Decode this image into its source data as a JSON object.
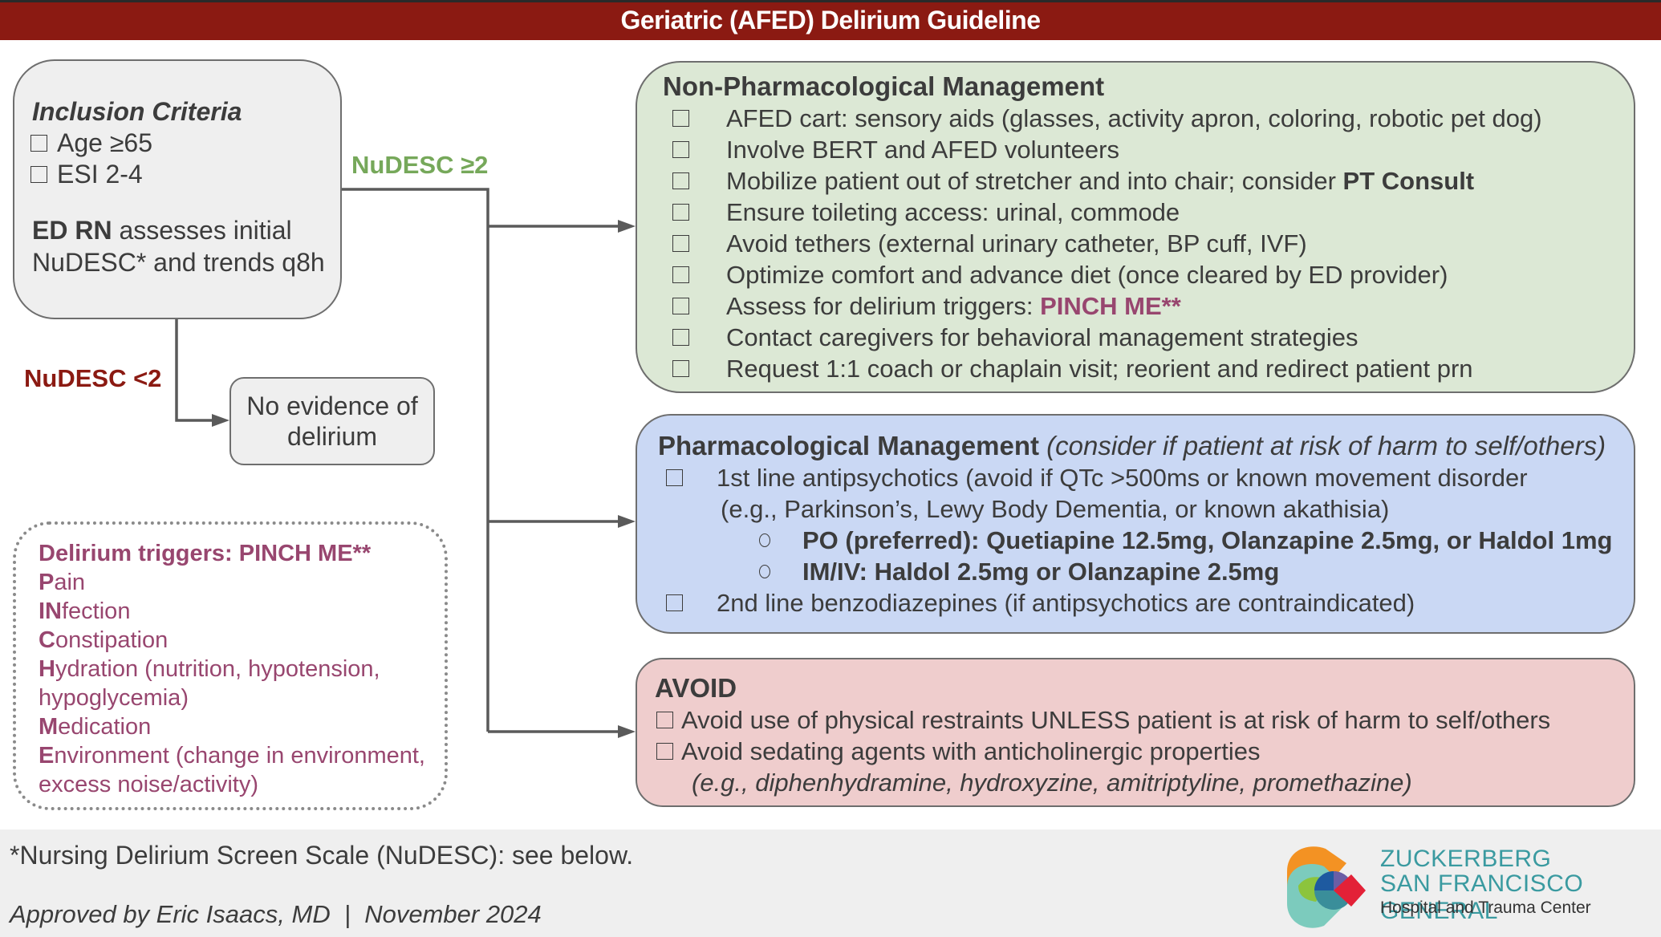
{
  "title": "Geriatric (AFED) Delirium Guideline",
  "inclusion": {
    "heading": "Inclusion Criteria",
    "criteria": [
      "Age ≥65",
      "ESI 2-4"
    ],
    "assessor_bold": "ED RN",
    "assessor_text": " assesses initial",
    "assessor_text2": "NuDESC* and trends q8h"
  },
  "branches": {
    "positive_label": "NuDESC ≥2",
    "negative_label": "NuDESC <2",
    "negative_outcome": "No evidence of delirium"
  },
  "pinch_me": {
    "heading": "Delirium triggers: PINCH ME**",
    "items": [
      {
        "bold": "P",
        "rest": "ain"
      },
      {
        "bold": "IN",
        "rest": "fection"
      },
      {
        "bold": "C",
        "rest": "onstipation"
      },
      {
        "bold": "H",
        "rest": "ydration (nutrition, hypotension, hypoglycemia)"
      },
      {
        "bold": "M",
        "rest": "edication"
      },
      {
        "bold": "E",
        "rest": "nvironment (change in environment, excess noise/activity)"
      }
    ]
  },
  "non_pharm": {
    "heading": "Non-Pharmacological Management",
    "items": [
      "AFED cart: sensory aids (glasses, activity apron, coloring, robotic pet dog)",
      "Involve BERT and AFED volunteers",
      "Mobilize patient out of stretcher and into chair; consider ",
      "Ensure toileting access: urinal, commode",
      "Avoid tethers (external urinary catheter, BP cuff, IVF)",
      "Optimize comfort and advance diet (once cleared by ED provider)",
      "Assess for delirium triggers: ",
      "Contact caregivers for behavioral management strategies",
      "Request 1:1 coach or chaplain visit; reorient and redirect patient prn"
    ],
    "pt_consult": "PT Consult",
    "pinch_me_ref": "PINCH ME**"
  },
  "pharm": {
    "heading": "Pharmacological Management",
    "heading_note": "(consider if patient at risk of harm to self/others)",
    "first_line": "1st line antipsychotics (avoid if QTc >500ms or known movement disorder",
    "first_line_cont": "(e.g., Parkinson’s, Lewy Body Dementia, or known akathisia)",
    "sub_items": [
      "PO (preferred): Quetiapine 12.5mg, Olanzapine 2.5mg, or Haldol 1mg",
      "IM/IV: Haldol 2.5mg or Olanzapine 2.5mg"
    ],
    "second_line": "2nd line benzodiazepines (if antipsychotics are contraindicated)"
  },
  "avoid": {
    "heading": "AVOID",
    "items": [
      "Avoid use of physical restraints UNLESS patient is at risk of harm to self/others",
      "Avoid sedating agents with anticholinergic properties"
    ],
    "examples": "(e.g., diphenhydramine, hydroxyzine, amitriptyline, promethazine)"
  },
  "footer": {
    "footnote": "*Nursing Delirium Screen Scale (NuDESC): see below.",
    "approval": "Approved by Eric Isaacs, MD  |  November 2024",
    "logo_line1": "ZUCKERBERG",
    "logo_line2": "SAN FRANCISCO GENERAL",
    "logo_line3": "Hospital and Trauma Center"
  },
  "colors": {
    "title_bar": "#8b1a12",
    "positive": "#76a85a",
    "negative": "#8b1a12",
    "pinch_me": "#98466f",
    "non_pharm_fill": "#dce8d5",
    "pharm_fill": "#cad8f4",
    "avoid_fill": "#efcdcd"
  }
}
